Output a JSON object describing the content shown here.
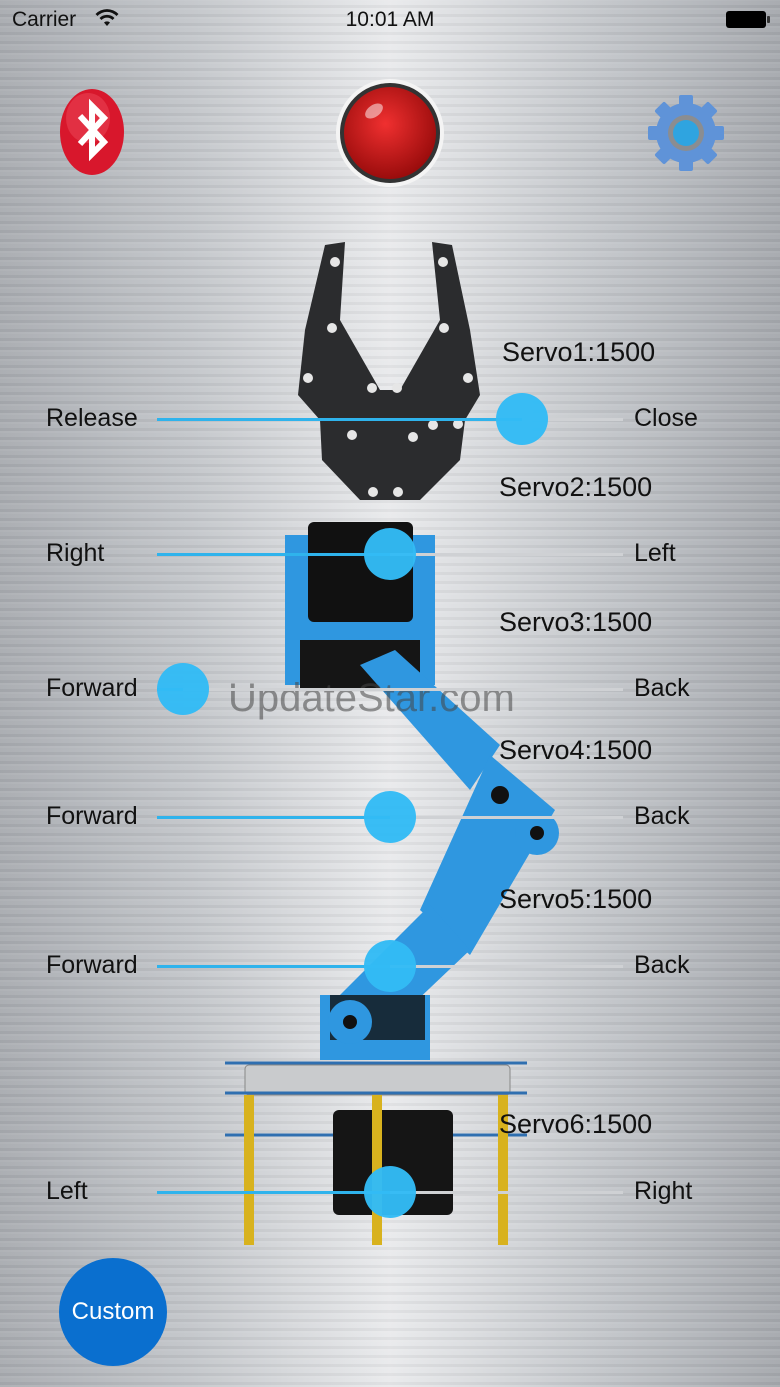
{
  "status_bar": {
    "carrier": "Carrier",
    "time": "10:01 AM"
  },
  "toolbar": {
    "bluetooth": "bluetooth-icon",
    "record": "record-button",
    "settings": "gear-icon"
  },
  "watermark": "UpdateStar.com",
  "sliders": [
    {
      "title": "Servo1:1500",
      "left": "Release",
      "right": "Close",
      "value": 0.82
    },
    {
      "title": "Servo2:1500",
      "left": "Right",
      "right": "Left",
      "value": 0.5
    },
    {
      "title": "Servo3:1500",
      "left": "Forward",
      "right": "Back",
      "value": 0.0
    },
    {
      "title": "Servo4:1500",
      "left": "Forward",
      "right": "Back",
      "value": 0.5
    },
    {
      "title": "Servo5:1500",
      "left": "Forward",
      "right": "Back",
      "value": 0.5
    },
    {
      "title": "Servo6:1500",
      "left": "Left",
      "right": "Right",
      "value": 0.5
    }
  ],
  "custom_button": "Custom",
  "colors": {
    "accent": "#33bbf5",
    "custom": "#0a6fcf",
    "record": "#e01f1f"
  }
}
